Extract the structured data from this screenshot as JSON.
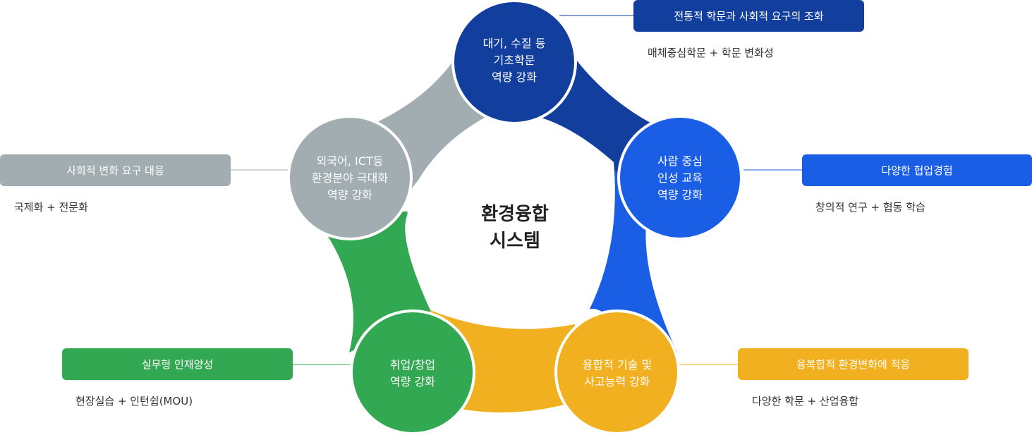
{
  "center": {
    "line1": "환경융합",
    "line2": "시스템"
  },
  "nodes": [
    {
      "id": "top",
      "color": "#123f9e",
      "lines": [
        "대기, 수질 등",
        "기초학문",
        "역량 강화"
      ],
      "tag": "전통적 학문과 사회적 요구의 조화",
      "desc": "매체중심학문 + 학문 변화성"
    },
    {
      "id": "right",
      "color": "#1a5ee6",
      "lines": [
        "사람 중심",
        "인성 교육",
        "역량 강화"
      ],
      "tag": "다양한 협업경험",
      "desc": "창의적 연구 + 협동 학습"
    },
    {
      "id": "bottom-right",
      "color": "#f0b020",
      "lines": [
        "융합적 기술 및",
        "사고능력 강화"
      ],
      "tag": "융복합적 환경변화에 적응",
      "desc": "다양한 학문 + 산업융합"
    },
    {
      "id": "bottom-left",
      "color": "#33a852",
      "lines": [
        "취업/창업",
        "역량 강화"
      ],
      "tag": "실무형 인재양성",
      "desc": "현장실습 + 인턴쉽(MOU)"
    },
    {
      "id": "left",
      "color": "#a2adb1",
      "lines": [
        "외국어, ICT등",
        "환경분야 극대화",
        "역량 강화"
      ],
      "tag": "사회적 변화 요구 대응",
      "desc": "국제화 + 전문화"
    }
  ]
}
